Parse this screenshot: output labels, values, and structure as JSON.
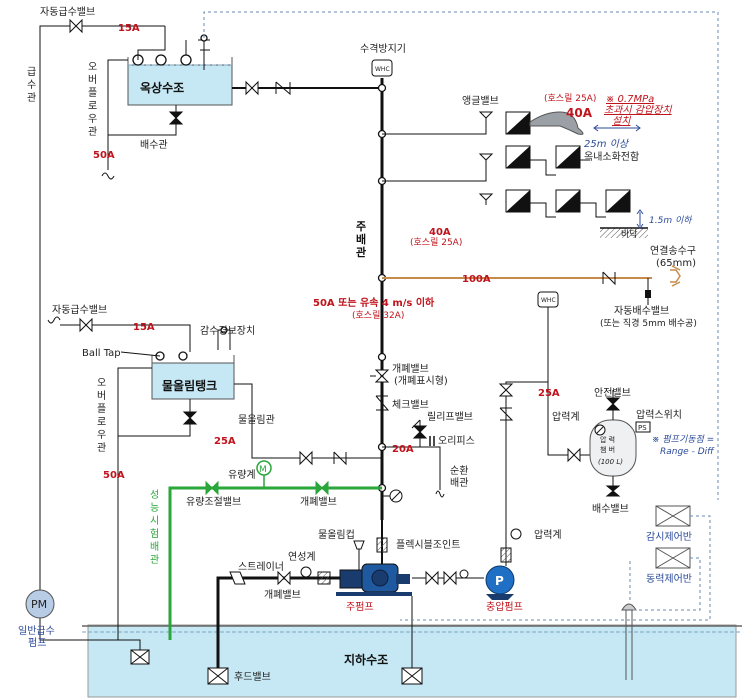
{
  "tanks": {
    "roof": "옥상수조",
    "lift": "물올림탱크",
    "underground": "지하수조"
  },
  "roof_section": {
    "auto_supply_valve": "자동급수밸브",
    "supply_15a": "15A",
    "supply_pipe": [
      "급",
      "수",
      "관"
    ],
    "overflow_pipe": [
      "오",
      "버",
      "플",
      "로",
      "우",
      "관"
    ],
    "drain_pipe": "배수관",
    "pipe_50a": "50A"
  },
  "riser": {
    "water_hammer": "수격방지기",
    "whc": "WHC",
    "main_pipe": [
      "주",
      "배",
      "관"
    ],
    "angle_valve": "앵글밸브",
    "hose_25a": "(호스릴 25A)",
    "size_40a": "40A",
    "note_line1": "※ 0.7MPa",
    "note_line2": "초과시 감압장치",
    "note_line3": "설치",
    "distance_25m": "25m 이상",
    "hydrant_label": "옥내소화전함",
    "floor": "바닥",
    "height_label": "1.5m 이하",
    "size_40a_lower": "40A",
    "hose_25a_lower": "(호스릴 25A)",
    "connector": "연결송수구",
    "connector_size": "(65mm)",
    "size_100a": "100A",
    "auto_drain_valve": "자동배수밸브",
    "auto_drain_note": "(또는 직경 5mm 배수공)",
    "size_50a_flow": "50A 또는 유속 4 m/s 이하",
    "hose_32a": "(호스릴 32A)"
  },
  "lift_section": {
    "auto_supply_valve": "자동급수밸브",
    "supply_15a": "15A",
    "ball_tap": "Ball Tap",
    "level_alarm": "감수경보장치",
    "overflow_pipe": [
      "오",
      "버",
      "플",
      "로",
      "우",
      "관"
    ],
    "priming_pipe": "물올림관",
    "size_25a": "25A",
    "size_50a": "50A"
  },
  "pump_section": {
    "gate_valve": "개폐밸브",
    "gate_valve_sub": "(개폐표시형)",
    "check_valve": "체크밸브",
    "relief_valve": "릴리프밸브",
    "orifice": "오리피스",
    "size_20a": "20A",
    "circulation": [
      "순환",
      "배관"
    ],
    "flowmeter": "유량계",
    "flowmeter_icon": "M",
    "flow_control_valve": "유량조절밸브",
    "test_gate_valve": "개폐밸브",
    "performance_pipe": [
      "성",
      "능",
      "시",
      "험",
      "배",
      "관"
    ],
    "priming_cup": "물올림컵",
    "flexible_joint": "플렉시블조인트",
    "pressure_gauge": "압력계",
    "compound_gauge": "연성계",
    "strainer": "스트레이너",
    "pump_gate_valve": "개폐밸브",
    "main_pump": "주펌프",
    "jockey_pump": "충압펌프",
    "jockey_icon": "P",
    "foot_valve": "후드밸브",
    "supply_pump_icon": "PM",
    "supply_pump": "일반급수",
    "supply_pump2": "펌프"
  },
  "pressure_section": {
    "whc": "WHC",
    "size_25a": "25A",
    "safety_valve": "안전밸브",
    "pressure_gauge": "압력계",
    "pressure_switch": "압력스위치",
    "ps": "PS",
    "chamber_line1": "압 력",
    "chamber_line2": "챔 버",
    "chamber_line3": "(100 L)",
    "drain_valve": "배수밸브",
    "note_line1": "※ 펌프기동점 =",
    "note_line2": "Range - Diff",
    "monitor_panel": "감시제어반",
    "power_panel": "동력제어반"
  }
}
